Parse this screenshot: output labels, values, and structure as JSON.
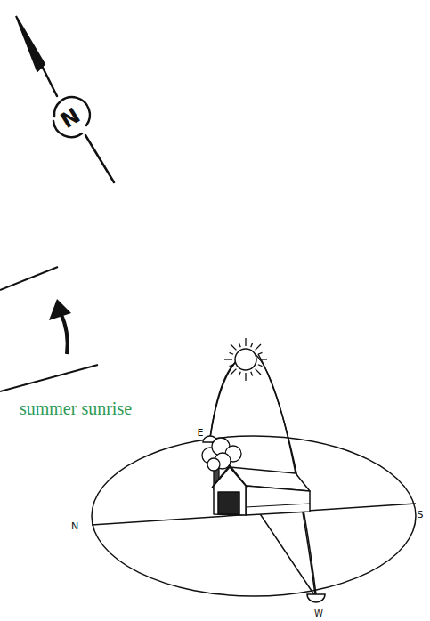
{
  "diagram": {
    "labels": [
      "N",
      "summer sunrise",
      "E",
      "N",
      "S",
      "W"
    ]
  }
}
